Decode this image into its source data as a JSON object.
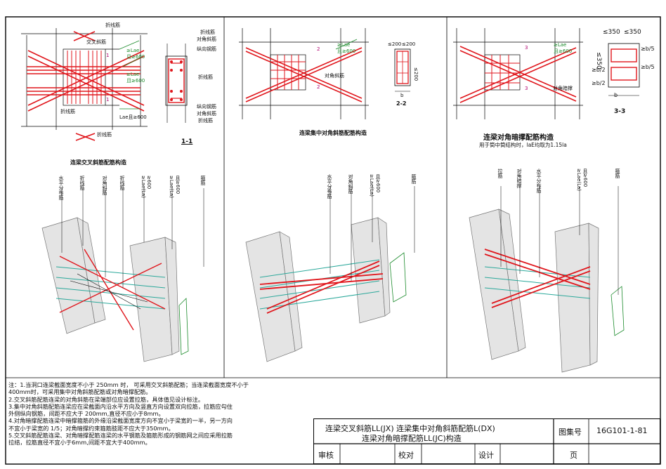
{
  "panel1": {
    "title": "连梁交叉斜筋配筋构造",
    "section": "1-1",
    "labels": {
      "zhexian1": "折线筋",
      "zhexian2": "折线筋",
      "zhexian3": "折线筋",
      "zhexian_sec": "折线筋",
      "jiaocha": "交叉斜筋",
      "lae1": "≥Lae",
      "lae2": "≥Lae",
      "ge600a": "且≥600",
      "ge600b": "且≥600",
      "bottom_lae": "Lae且≥600",
      "sec_zhexian": "折线筋",
      "sec_dj": "对角斜筋",
      "sec_zx": "纵向钢筋",
      "sec_zhexian2": "折线筋",
      "sec_zx2": "纵向钢筋",
      "sec_dj2": "对角斜筋",
      "sec_zhexian3": "折线筋",
      "mark1": "1",
      "mark2": "1"
    },
    "iso": {
      "v1": "水平分布筋",
      "v2": "折线筋",
      "v3": "对角斜筋",
      "v4": "折线筋",
      "v5": "≥600",
      "v5a": "≥Lae(La)",
      "v6": "≥Lae(La)",
      "v6a": "且≥600",
      "v7": "箍筋"
    }
  },
  "panel2": {
    "title": "连梁集中对角斜筋配筋构造",
    "section": "2-2",
    "labels": {
      "lae": "≥Lae",
      "ge600": "且≥600",
      "mark1": "2",
      "mark2": "2",
      "dj": "对角斜筋",
      "s200a": "≤200",
      "s200b": "≤200",
      "s200c": "≤200",
      "b": "b"
    },
    "iso": {
      "v1": "水平分布筋",
      "v2": "对角斜筋",
      "v3": "≥Lae(La)",
      "v3a": "且≥600",
      "v4": "箍筋"
    }
  },
  "panel3": {
    "title": "连梁对角暗撑配筋构造",
    "subtitle": "用于筒中筒结构时，laE均取为1.15la",
    "section": "3-3",
    "labels": {
      "lae": "≥Lae",
      "ge600": "且≥600",
      "mark1": "3",
      "mark2": "3",
      "anchen": "对角暗撑",
      "d350a": "≤350",
      "d350b": "≤350",
      "d350c": "≤350",
      "b5a": "≥b/5",
      "b5b": "≥b/5",
      "b2a": "≥b/2",
      "b2b": "≥b/2",
      "b": "b"
    },
    "iso": {
      "v1": "拉筋",
      "v2": "对角暗撑",
      "v3": "水平分布筋",
      "v4": "≥Lae(La)",
      "v4a": "且≥600",
      "v5": "箍筋"
    }
  },
  "notes": [
    "注：1.当洞口连梁截面宽度不小于 250mm 时， 可采用交叉斜筋配筋；当连梁截面宽度不小于",
    "     400mm时，可采用集中对角斜筋配筋或对角暗撑配筋。",
    "   2.交叉斜筋配筋连梁的对角斜筋在梁端部位应设置拉筋，具体值见设计标注。",
    "   3.集中对角斜筋配筋连梁应在梁截面内沿水平方向及竖直方向设置双向拉筋，拉筋应勾住",
    "     外侧纵向钢筋，间距不应大于 200mm,直径不应小于8mm。",
    "   4.对角暗撑配筋连梁中暗撑箍筋的外缘沿梁截面宽度方向不宜小于梁宽的一半，另一方向",
    "     不宜小于梁宽的 1/5；对角暗撑约束箍筋肢距不应大于350mm。",
    "   5.交叉斜筋配筋连梁、对角暗撑配筋连梁的水平钢筋及箍筋形成的钢筋网之间应采用拉筋",
    "     拉结，拉筋直径不宜小于6mm,间距不宜大于400mm。"
  ],
  "titleblock": {
    "title_line1": "连梁交叉斜筋LL(JX)  连梁集中对角斜筋配筋L(DX)",
    "title_line2": "连梁对角暗撑配筋LL(JC)构造",
    "atlas_label": "图集号",
    "atlas_no": "16G101-1-81",
    "review": "审核",
    "check": "校对",
    "design": "设计",
    "page": "页"
  },
  "colors": {
    "rebar": "#e0161c",
    "dim": "#1a8a2a",
    "tie": "#2aa89a",
    "line": "#000000",
    "mark": "#b00070"
  }
}
